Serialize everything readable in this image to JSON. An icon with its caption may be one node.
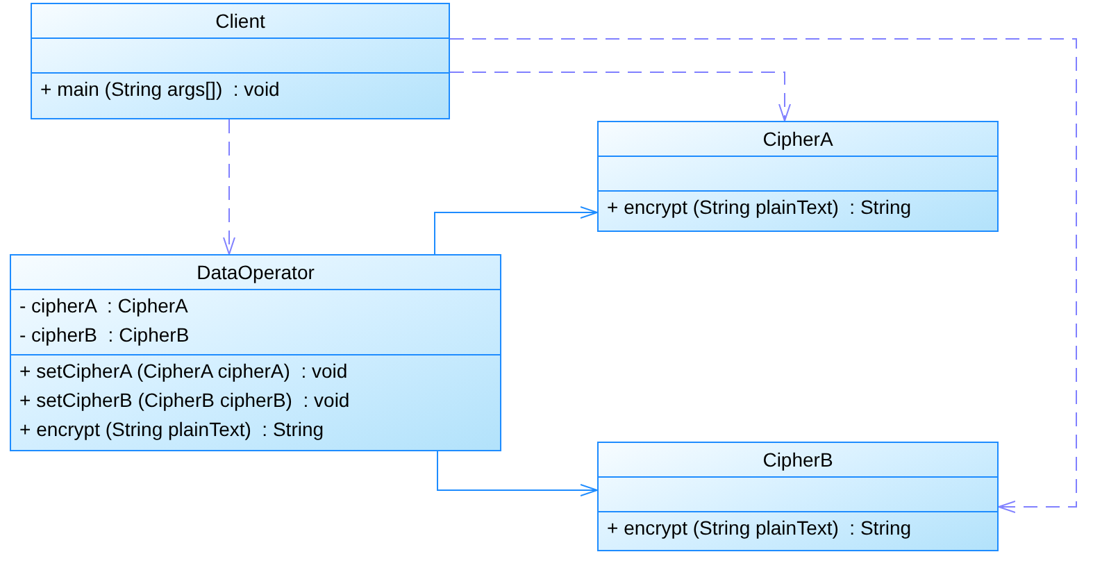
{
  "diagram": {
    "nodes": [
      {
        "text": [
          "Client"
        ]
      },
      {
        "text": [],
        "shape": "box",
        "in": 0
      },
      {
        "text": [
          "+ main (String args[])  : void"
        ],
        "in": 0
      },
      {
        "text": [
          "CipherA"
        ]
      },
      {
        "text": [],
        "shape": "box",
        "in": 3
      },
      {
        "text": [
          "+ encrypt (String plainText)  : String"
        ],
        "in": 3
      },
      {
        "text": [
          "DataOperator"
        ]
      },
      {
        "text": [
          "- cipherA  : CipherA",
          "- cipherB  : CipherB"
        ],
        "in": 6
      },
      {
        "text": [
          "+ setCipherA (CipherA cipherA)  : void",
          "+ setCipherB (CipherB cipherB)  : void",
          "+ encrypt (String plainText)  : String"
        ],
        "in": 6
      },
      {
        "text": [
          "CipherB"
        ]
      },
      {
        "text": [],
        "shape": "box",
        "in": 9
      },
      {
        "text": [
          "+ encrypt (String plainText)  : String"
        ],
        "in": 9
      }
    ],
    "edges": [
      {
        "from": 0,
        "to": 6,
        "arrow": "to",
        "style": "dashed",
        "color": "#8080ff"
      },
      {
        "from": 0,
        "to": 3,
        "arrow": "to",
        "style": "dashed",
        "color": "#8080ff"
      },
      {
        "from": 0,
        "to": 9,
        "arrow": "to",
        "style": "dashed",
        "color": "#8080ff"
      },
      {
        "from": 6,
        "to": 3,
        "arrow": "to",
        "color": "#1e8cff"
      },
      {
        "from": 6,
        "to": 9,
        "arrow": "to",
        "color": "#1e8cff"
      }
    ]
  }
}
